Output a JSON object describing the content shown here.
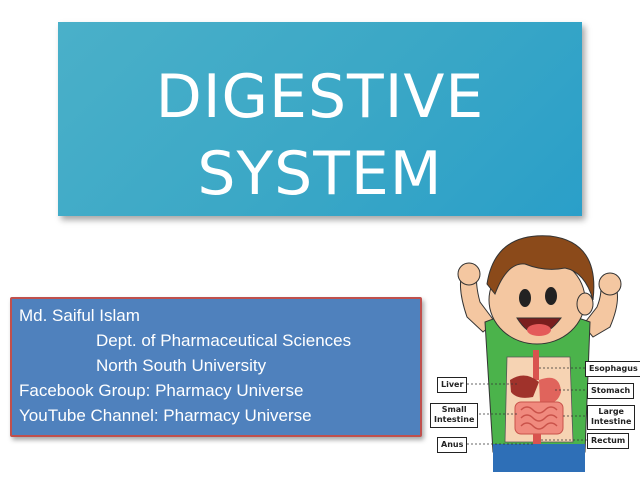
{
  "title": {
    "line1": "DIGESTIVE",
    "line2": "SYSTEM"
  },
  "author_box": {
    "name": "Md. Saiful Islam",
    "department": "Dept. of Pharmaceutical Sciences",
    "university": "North South University",
    "facebook": "Facebook Group: Pharmacy Universe",
    "youtube": "YouTube Channel: Pharmacy Universe"
  },
  "diagram_labels": {
    "esophagus": "Esophagus",
    "liver": "Liver",
    "stomach": "Stomach",
    "small_intestine_1": "Small",
    "small_intestine_2": "Intestine",
    "large_intestine_1": "Large",
    "large_intestine_2": "Intestine",
    "anus": "Anus",
    "rectum": "Rectum"
  },
  "colors": {
    "title_bg": "#3aa7c6",
    "info_bg": "#4f81bd",
    "info_border": "#c0504d",
    "shirt": "#4bb34b",
    "hair": "#8b4a1a"
  }
}
